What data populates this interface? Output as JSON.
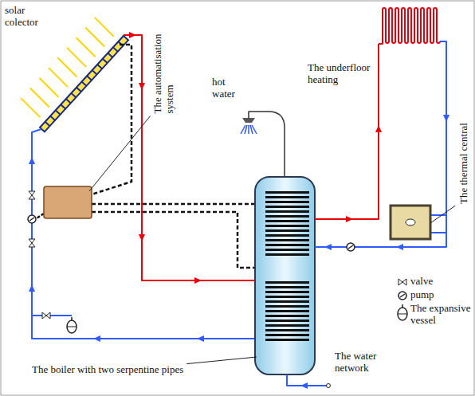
{
  "diagram": {
    "labels": [
      "solar colector",
      "The automatisation system",
      "hot water",
      "The underfloor heating",
      "The thermal central",
      "The boiler with two serpentine pipes",
      "The water network"
    ],
    "legend": [
      {
        "text": "valve"
      },
      {
        "text": "pump"
      },
      {
        "text": "The expansive vessel"
      }
    ]
  }
}
